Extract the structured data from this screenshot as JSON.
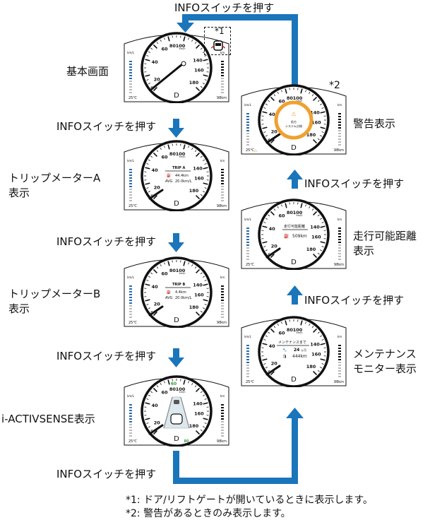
{
  "colors": {
    "flow_arrow": "#1a75bb",
    "warning_ring": "#f0a030",
    "dark": "#111111",
    "accent_green": "#3a9a3a"
  },
  "flow": {
    "label": "INFOスイッチを押す"
  },
  "screens": {
    "basic": {
      "label": "基本画面",
      "door_marker": "*1"
    },
    "tripA": {
      "label": "トリップメーターA\n表示",
      "title": "TRIP A",
      "row1_val": "44.4km",
      "row2_label": "AVG",
      "row2_val": "20.0km/L"
    },
    "tripB": {
      "label": "トリップメーターB\n表示",
      "title": "TRIP B",
      "row1_val": "4.4km",
      "row2_label": "AVG",
      "row2_val": "20.0km/L"
    },
    "activ": {
      "label": "i-ACTIVSENSE表示",
      "speed_top": "60",
      "speed_bottom": "80"
    },
    "warning": {
      "label": "警告表示",
      "marker": "*2",
      "msg_line1": "前方",
      "msg_line2": "システム点検"
    },
    "range": {
      "label": "走行可能距離\n表示",
      "title": "走行可能距離",
      "value": "509km"
    },
    "maint": {
      "label": "メンテナンス\nモニター表示",
      "title": "メンテナンスまで",
      "row1_val": "24",
      "row1_unit": "ヵ月",
      "row2_val": "444km"
    }
  },
  "gauge": {
    "ticks": [
      "20",
      "40",
      "60",
      "80",
      "100",
      "140",
      "160",
      "180"
    ],
    "unit": "km/h",
    "gear": "D",
    "temp": "25℃",
    "odo": "98km",
    "left_bar_label": "km/L",
    "right_bar_label": "km"
  },
  "footnotes": {
    "note1": "*1: ドア/リフトゲートが開いているときに表示します。",
    "note2": "*2: 警告があるときのみ表示します。"
  }
}
